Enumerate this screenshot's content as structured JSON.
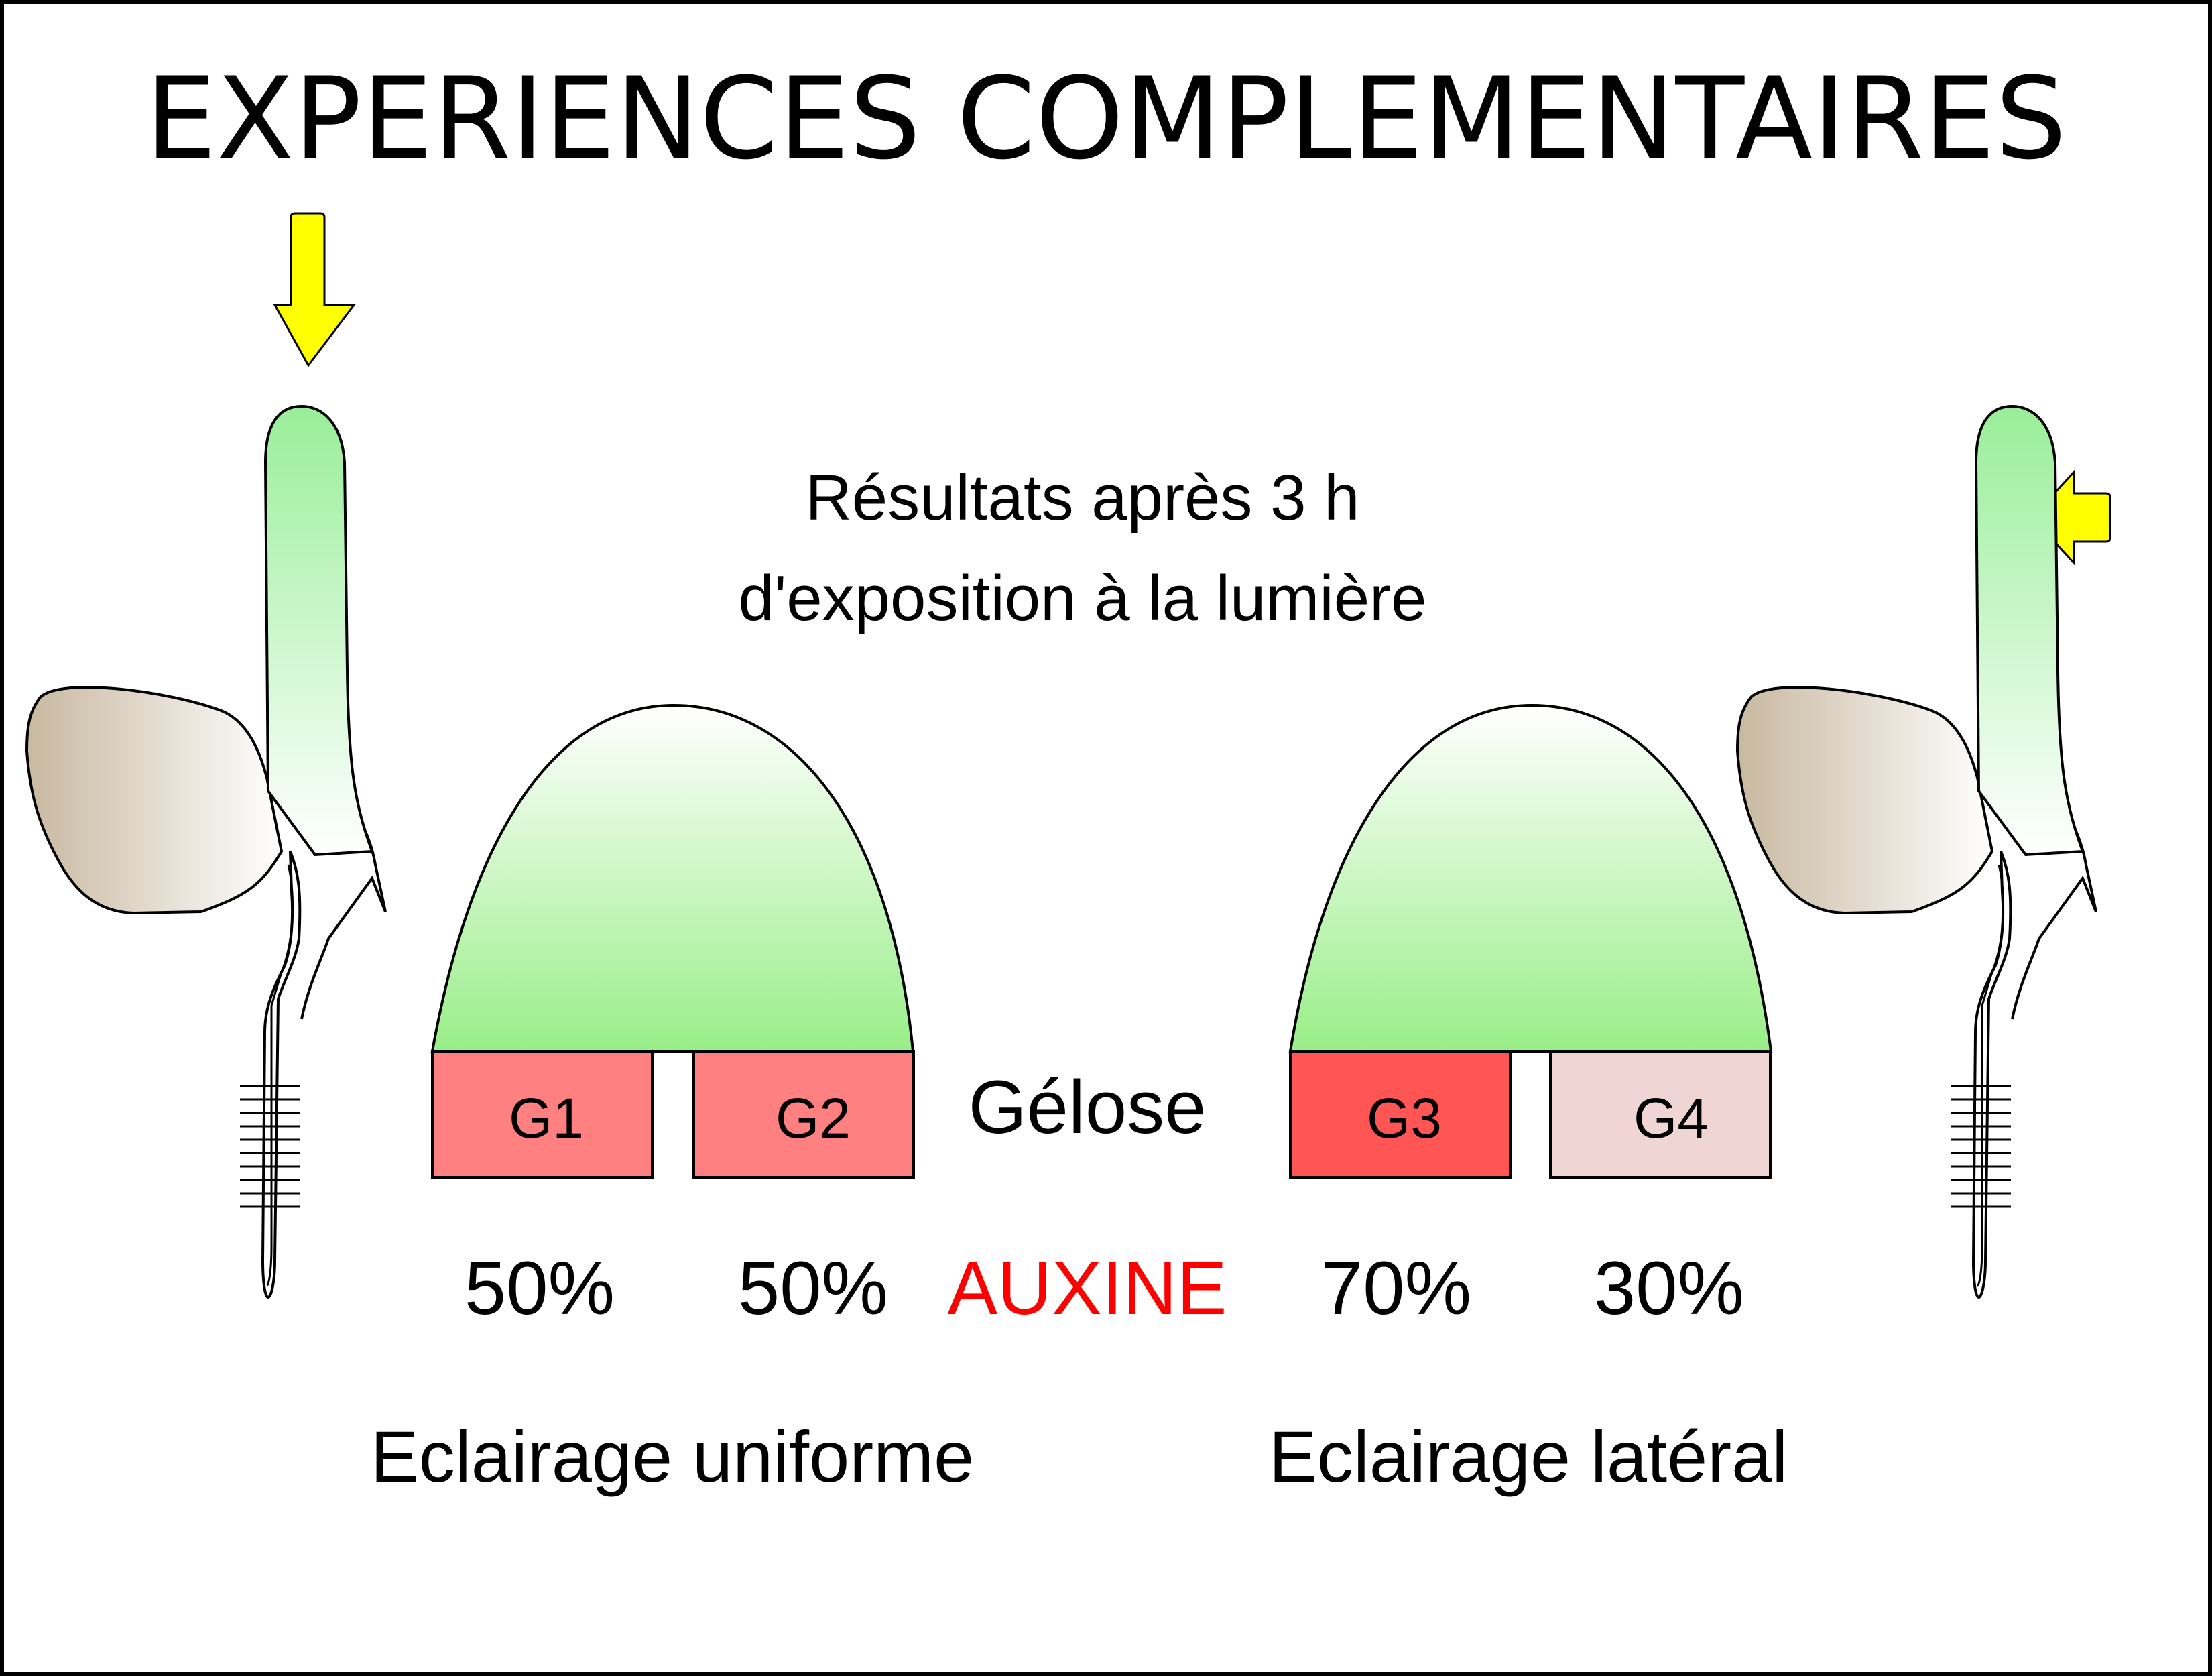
{
  "title": "EXPERIENCES COMPLEMENTAIRES",
  "results_line1": "Résultats après 3 h",
  "results_line2": "d'exposition à la lumière",
  "gelose_label": "Gélose",
  "auxine_label": "AUXINE",
  "blocks": [
    {
      "label": "G1",
      "percent": "50%",
      "color": "#ff8080"
    },
    {
      "label": "G2",
      "percent": "50%",
      "color": "#ff8080"
    },
    {
      "label": "G3",
      "percent": "70%",
      "color": "#ff5555"
    },
    {
      "label": "G4",
      "percent": "30%",
      "color": "#f0d5d5"
    }
  ],
  "captions": {
    "left": "Eclairage uniforme",
    "right": "Eclairage latéral"
  },
  "colors": {
    "light_arrow": "#ffff00",
    "tip_green": "#99ee99",
    "auxine_red": "#ff0000",
    "seed_brown": "#c8b8a0"
  }
}
